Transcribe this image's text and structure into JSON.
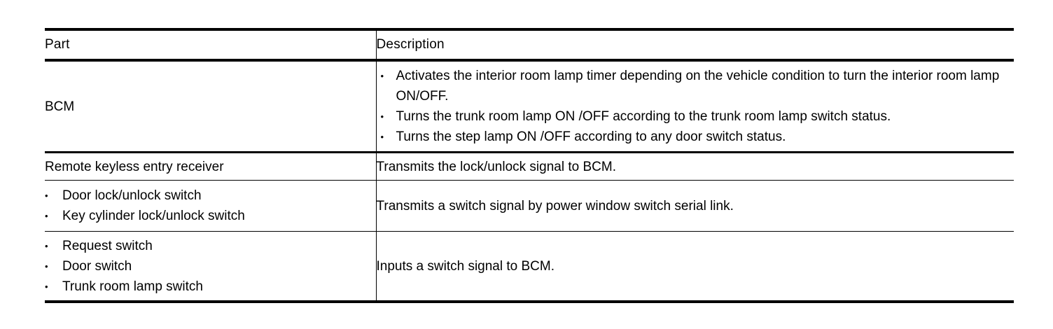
{
  "table": {
    "columns": [
      {
        "key": "part",
        "label": "Part"
      },
      {
        "key": "description",
        "label": "Description"
      }
    ],
    "rows": [
      {
        "part_text": "BCM",
        "part_bullets": [],
        "description_text": "",
        "description_bullets": [
          "Activates the interior room lamp timer depending on the vehicle condition to turn the interior room lamp ON/OFF.",
          "Turns the trunk room lamp ON /OFF according to the trunk room lamp switch status.",
          "Turns the step lamp ON /OFF according to any door switch status."
        ]
      },
      {
        "part_text": "Remote keyless entry receiver",
        "part_bullets": [],
        "description_text": "Transmits the lock/unlock signal to BCM.",
        "description_bullets": []
      },
      {
        "part_text": "",
        "part_bullets": [
          "Door lock/unlock switch",
          "Key cylinder lock/unlock switch"
        ],
        "description_text": "Transmits a switch signal by power window switch serial link.",
        "description_bullets": []
      },
      {
        "part_text": "",
        "part_bullets": [
          "Request switch",
          "Door switch",
          "Trunk room lamp switch"
        ],
        "description_text": "Inputs a switch signal to BCM.",
        "description_bullets": []
      }
    ]
  },
  "style": {
    "text_color": "#000000",
    "background_color": "#ffffff",
    "rule_color": "#000000"
  }
}
